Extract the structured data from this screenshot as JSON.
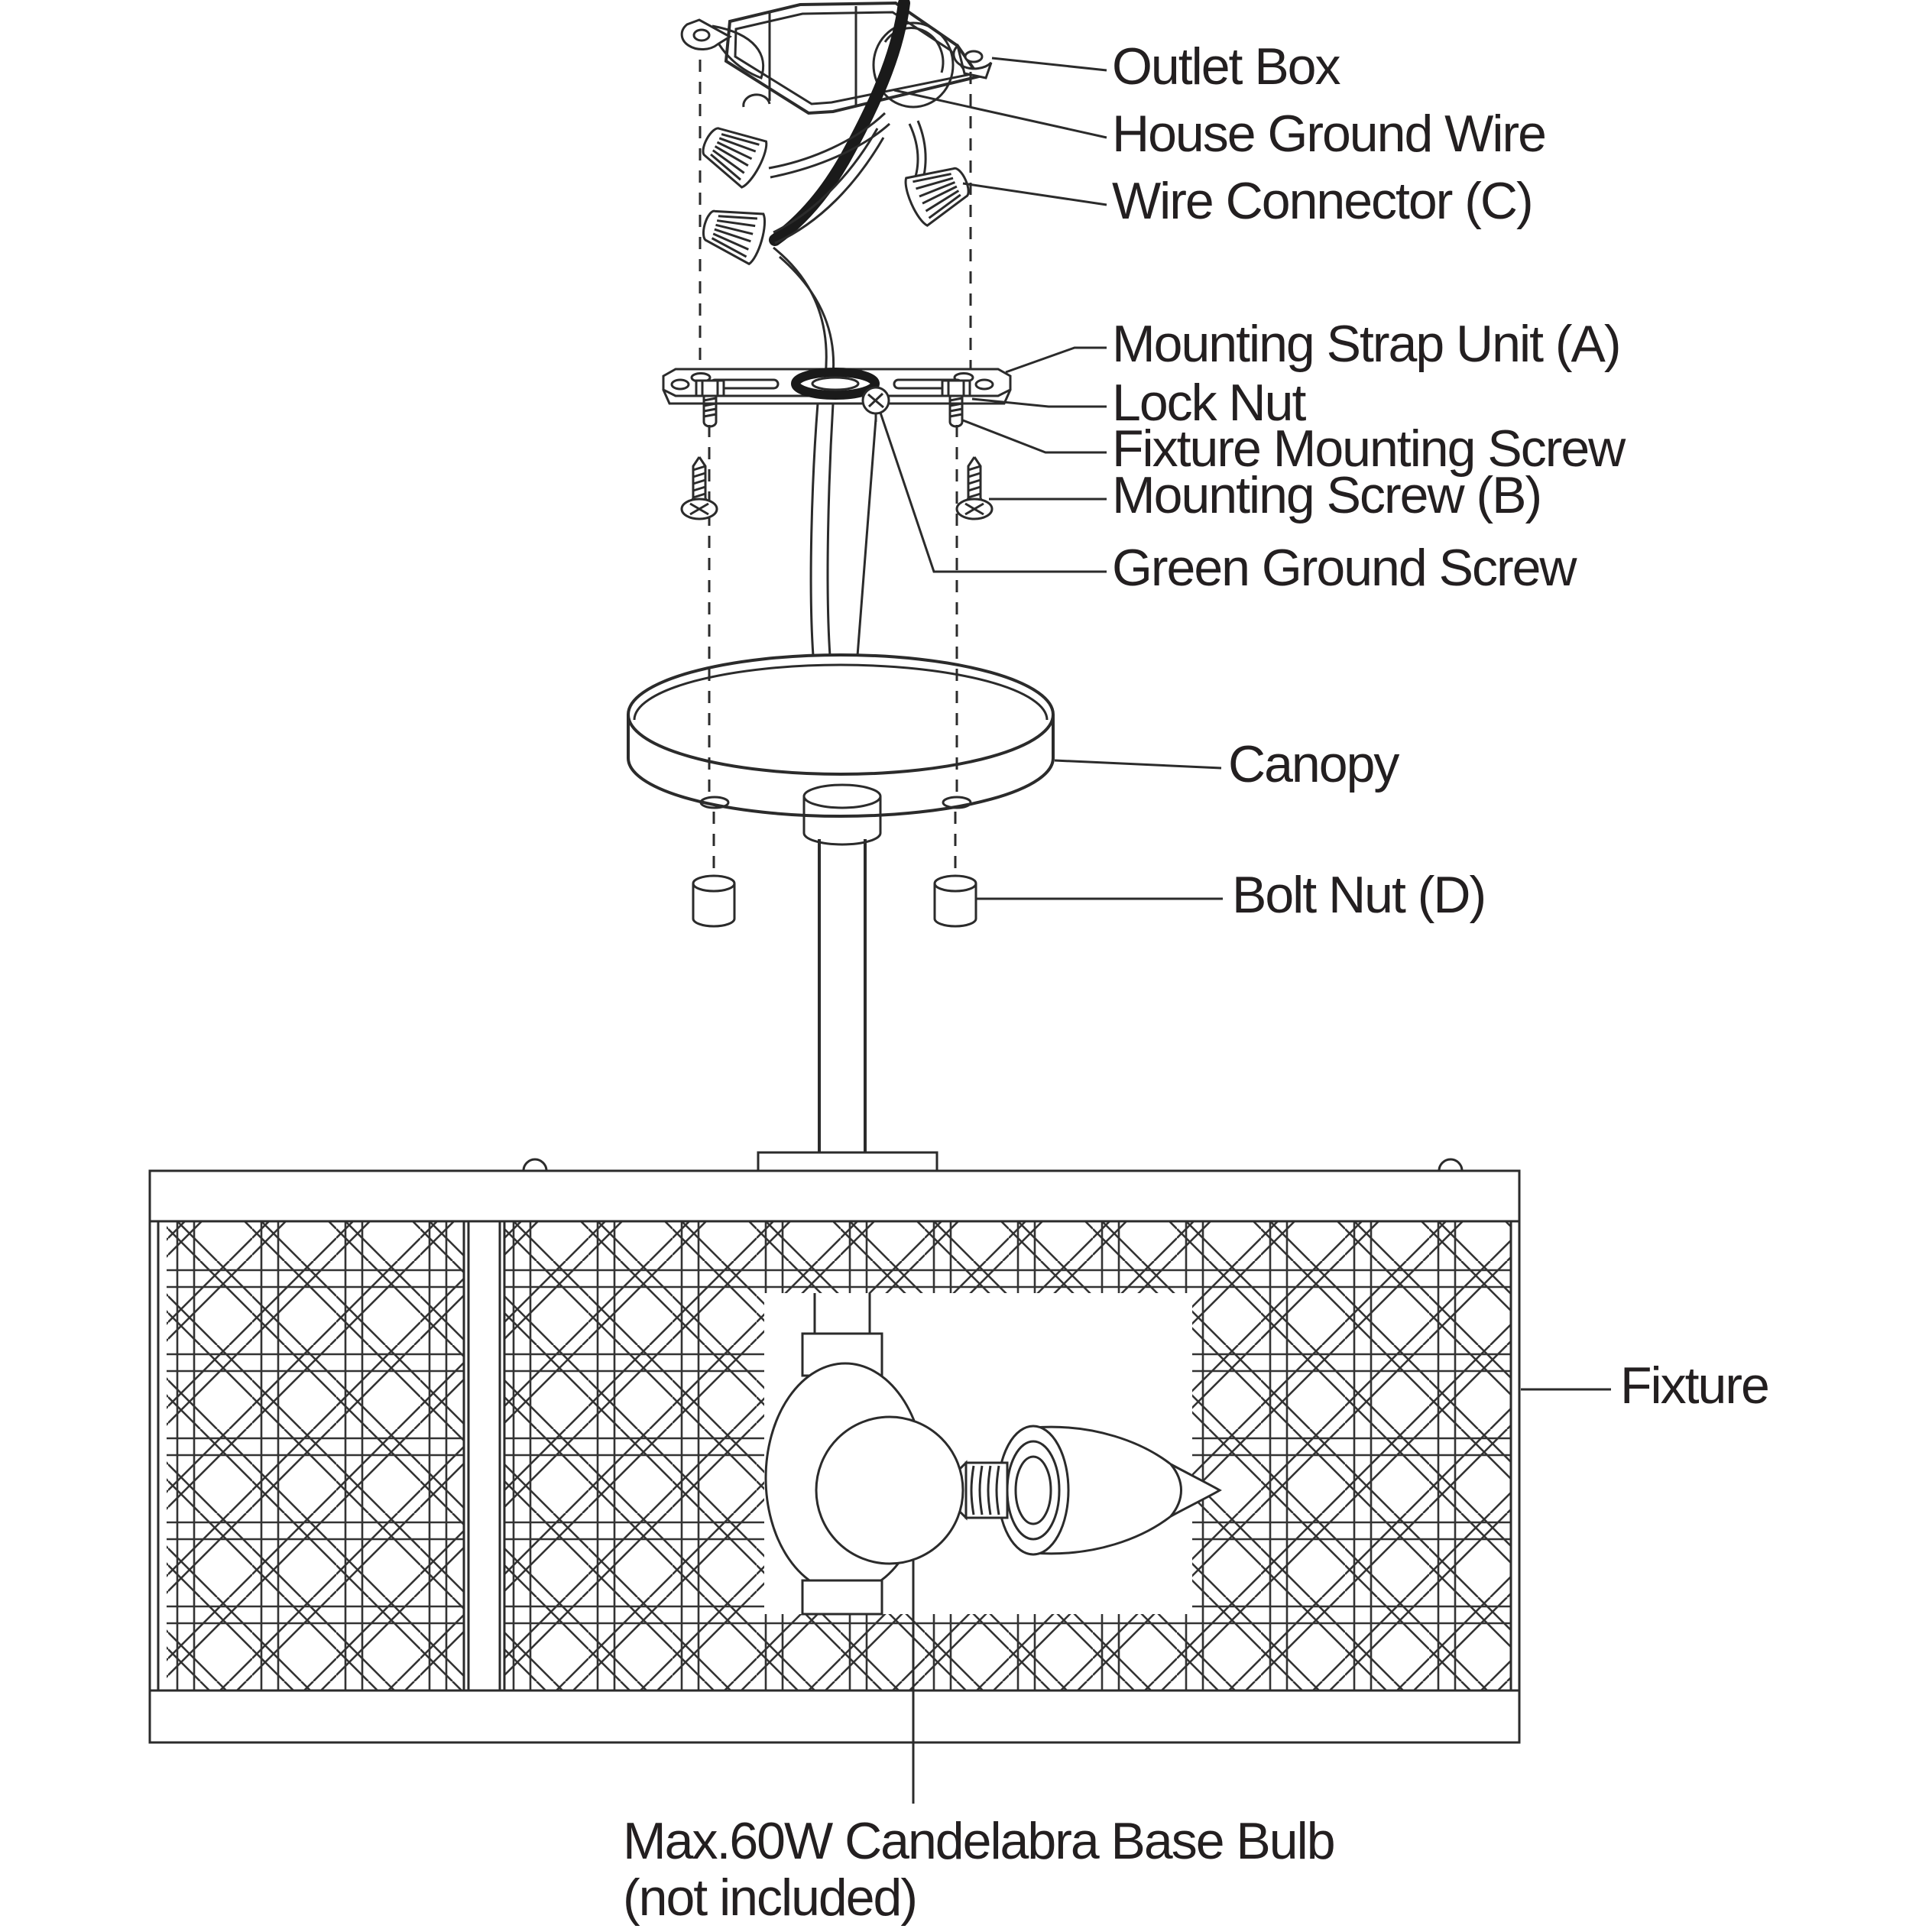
{
  "diagram_title_implicit": "Light fixture installation exploded diagram",
  "colors": {
    "line": "#2b2b2b",
    "wire_black": "#1a1a1a",
    "text": "#231f20",
    "background": "#ffffff"
  },
  "labels": {
    "outlet_box": "Outlet Box",
    "house_ground_wire": "House Ground Wire",
    "wire_connector": "Wire Connector (C)",
    "mounting_strap": "Mounting Strap Unit (A)",
    "lock_nut": "Lock Nut",
    "fixture_mounting_screw": "Fixture Mounting Screw",
    "mounting_screw": "Mounting Screw (B)",
    "green_ground_screw": "Green Ground Screw",
    "canopy": "Canopy",
    "bolt_nut": "Bolt Nut (D)",
    "fixture": "Fixture",
    "bulb_note_line1": "Max.60W Candelabra Base Bulb",
    "bulb_note_line2": "(not included)"
  }
}
